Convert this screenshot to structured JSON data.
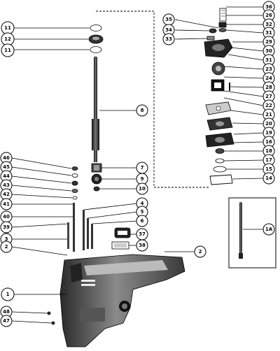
{
  "callouts": {
    "c11a": "11",
    "c12": "12",
    "c11b": "11",
    "c8": "8",
    "c46": "46",
    "c45": "45",
    "c44": "44",
    "c43": "43",
    "c42": "42",
    "c41": "41",
    "c40": "40",
    "c39": "39",
    "c3": "3",
    "c2a": "2",
    "c1": "1",
    "c48": "48",
    "c47": "47",
    "c7": "7",
    "c9": "9",
    "c10": "10",
    "c4": "4",
    "c5": "5",
    "c6": "6",
    "c37": "37",
    "c38": "38",
    "c2b": "2",
    "c36": "36",
    "c26": "26",
    "c32": "32",
    "c35": "35",
    "c34": "34",
    "c33": "33",
    "c31a": "31",
    "c29": "29",
    "c30": "30",
    "c31b": "31",
    "c23": "23",
    "c24": "24",
    "c28": "28",
    "c27": "27",
    "c22": "22",
    "c21": "21",
    "c20": "20",
    "c19": "19",
    "c16": "16",
    "c18": "18",
    "c17": "17",
    "c15": "15",
    "c14": "14",
    "c1a": "1A"
  }
}
